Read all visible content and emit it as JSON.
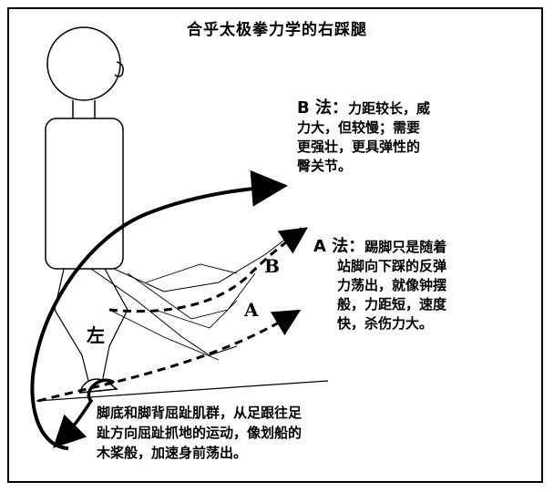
{
  "title": "合乎太极拳力学的右踩腿",
  "note_b": {
    "lead": "B 法：",
    "lines": [
      "力距较长，威",
      "力大，但较慢；需要",
      "更强壮，更具弹性的",
      "臀关节。"
    ]
  },
  "note_a": {
    "lead": "A 法：",
    "lines": [
      "踢脚只是随着",
      "站脚向下踩的反弹",
      "力荡出，就像钟摆",
      "般，力距短，速度",
      "快，杀伤力大。"
    ]
  },
  "note_foot": {
    "lines": [
      "脚底和脚背屈趾肌群，从足跟往足",
      "趾方向屈趾抓地的运动，像划船的",
      "木桨般，加速身前荡出。"
    ]
  },
  "labels": {
    "left": "左",
    "a": "A",
    "b": "B"
  }
}
